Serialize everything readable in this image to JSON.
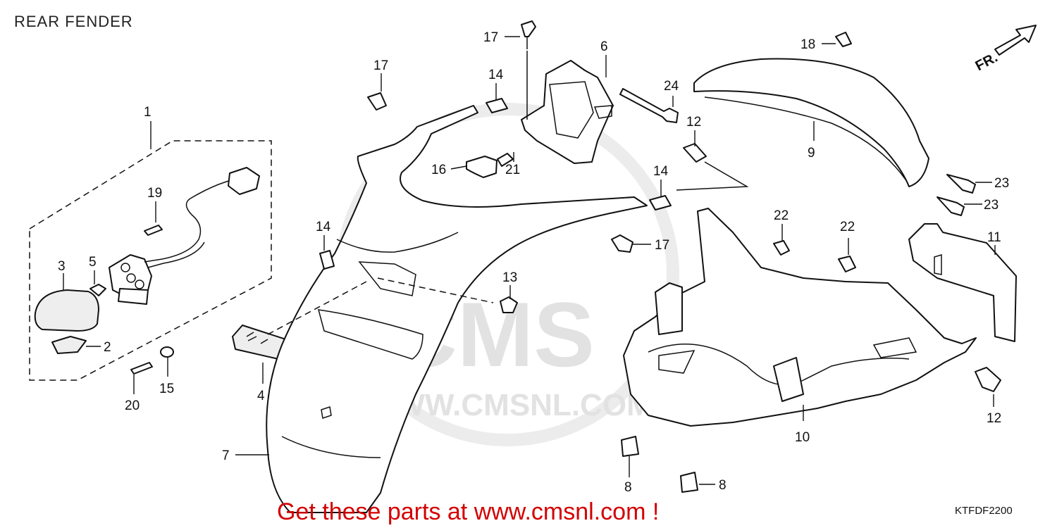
{
  "header": {
    "title": "REAR FENDER"
  },
  "footer": {
    "promo": "Get these parts at www.cmsnl.com !",
    "diagram_code": "KTFDF2200"
  },
  "direction_marker": {
    "label": "FR."
  },
  "watermark": {
    "brand": "CMS",
    "url": "WWW.CMSNL.COM"
  },
  "callouts": {
    "c1": "1",
    "c2": "2",
    "c3": "3",
    "c4": "4",
    "c5": "5",
    "c6": "6",
    "c7": "7",
    "c8a": "8",
    "c8b": "8",
    "c9": "9",
    "c10": "10",
    "c11": "11",
    "c12a": "12",
    "c12b": "12",
    "c13": "13",
    "c14a": "14",
    "c14b": "14",
    "c14c": "14",
    "c15": "15",
    "c16": "16",
    "c17a": "17",
    "c17b": "17",
    "c17c": "17",
    "c18": "18",
    "c19": "19",
    "c20": "20",
    "c21": "21",
    "c22a": "22",
    "c22b": "22",
    "c23a": "23",
    "c23b": "23",
    "c24": "24"
  }
}
